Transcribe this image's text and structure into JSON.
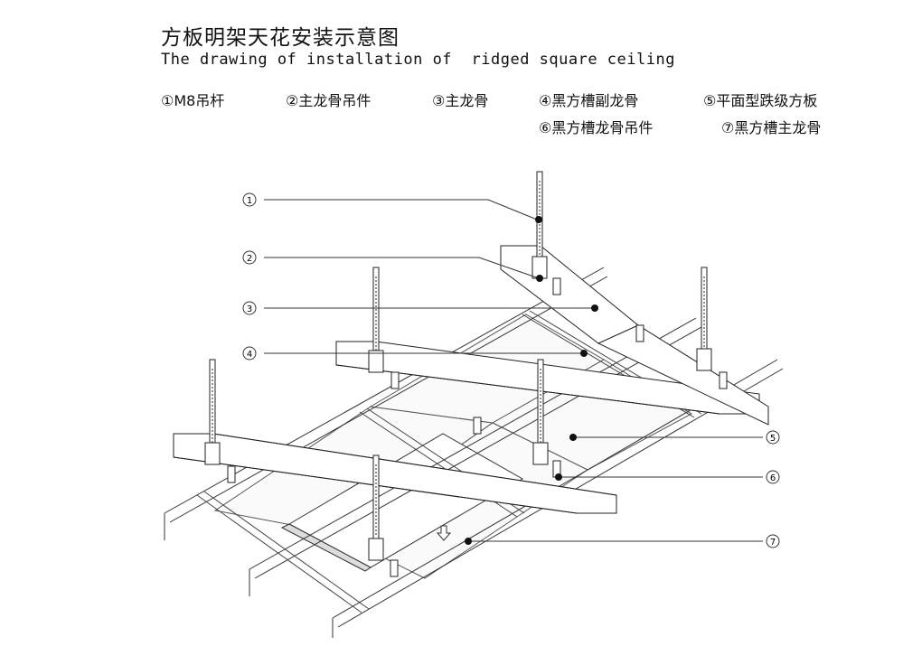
{
  "title": {
    "cn": "方板明架天花安装示意图",
    "en": "The drawing of installation of  ridged square ceiling"
  },
  "legend": [
    {
      "num": "1",
      "label": "①M8吊杆"
    },
    {
      "num": "2",
      "label": "②主龙骨吊件"
    },
    {
      "num": "3",
      "label": "③主龙骨"
    },
    {
      "num": "4",
      "label": "④黑方槽副龙骨"
    },
    {
      "num": "5",
      "label": "⑤平面型跌级方板"
    },
    {
      "num": "6",
      "label": "⑥黑方槽龙骨吊件"
    },
    {
      "num": "7",
      "label": "⑦黑方槽主龙骨"
    }
  ],
  "callouts": [
    "1",
    "2",
    "3",
    "4",
    "5",
    "6",
    "7"
  ]
}
